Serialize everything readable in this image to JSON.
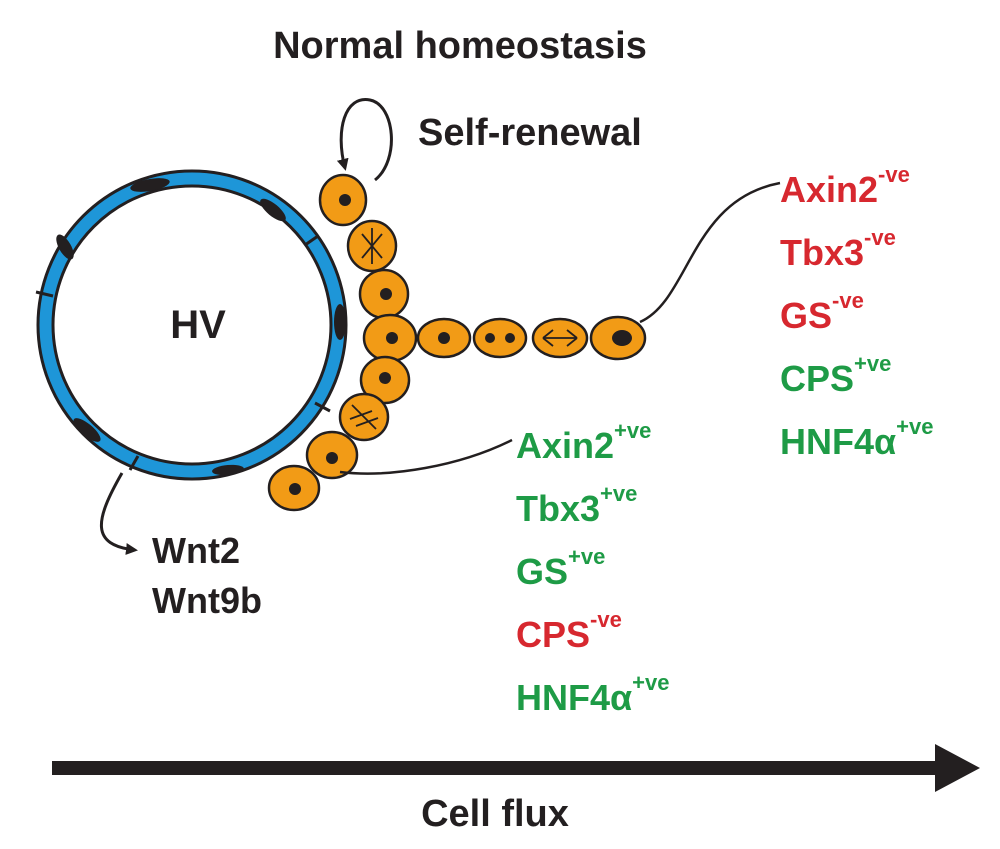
{
  "title": "Normal homeostasis",
  "hv_label": "HV",
  "self_renewal_label": "Self-renewal",
  "wnt_labels": [
    "Wnt2",
    "Wnt9b"
  ],
  "axis_label": "Cell flux",
  "colors": {
    "vessel_wall": "#1e96d8",
    "cell_fill": "#f29b16",
    "positive": "#1e9b46",
    "negative": "#d7282f",
    "text": "#231f20"
  },
  "pericentral_markers": [
    {
      "name": "Axin2",
      "sign": "+ve",
      "status": "positive"
    },
    {
      "name": "Tbx3",
      "sign": "+ve",
      "status": "positive"
    },
    {
      "name": "GS",
      "sign": "+ve",
      "status": "positive"
    },
    {
      "name": "CPS",
      "sign": "-ve",
      "status": "negative"
    },
    {
      "name": "HNF4α",
      "sign": "+ve",
      "status": "positive"
    }
  ],
  "distal_markers": [
    {
      "name": "Axin2",
      "sign": "-ve",
      "status": "negative"
    },
    {
      "name": "Tbx3",
      "sign": "-ve",
      "status": "negative"
    },
    {
      "name": "GS",
      "sign": "-ve",
      "status": "negative"
    },
    {
      "name": "CPS",
      "sign": "+ve",
      "status": "positive"
    },
    {
      "name": "HNF4α",
      "sign": "+ve",
      "status": "positive"
    }
  ]
}
